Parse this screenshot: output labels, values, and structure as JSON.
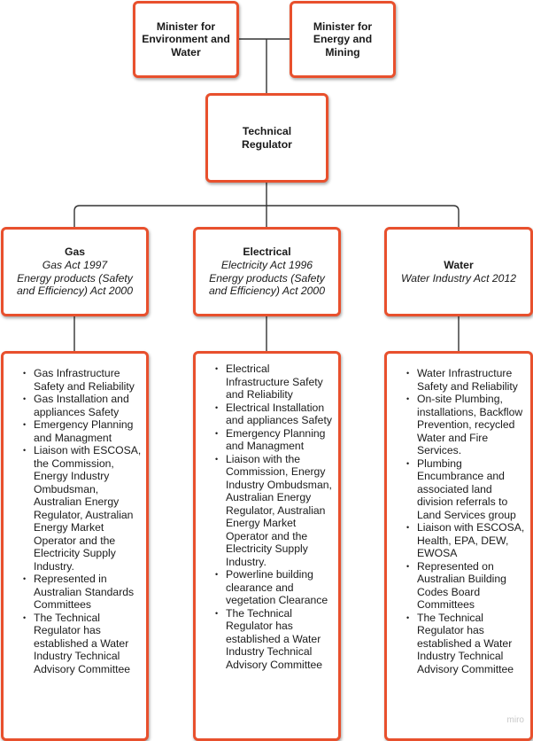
{
  "ministers": {
    "environment": "Minister for Environment and Water",
    "energy": "Minister for Energy and Mining"
  },
  "regulator": "Technical Regulator",
  "divisions": [
    {
      "title": "Gas",
      "acts": [
        "Gas Act 1997",
        "Energy products (Safety and Efficiency) Act 2000"
      ],
      "responsibilities": [
        "Gas Infrastructure Safety and Reliability",
        "Gas Installation and appliances Safety",
        "Emergency Planning and Managment",
        "Liaison with ESCOSA, the Commission, Energy Industry Ombudsman, Australian Energy Regulator, Australian Energy Market Operator and the Electricity Supply Industry.",
        "Represented in Australian Standards Committees",
        "The Technical Regulator has established a Water Industry Technical Advisory Committee"
      ]
    },
    {
      "title": "Electrical",
      "acts": [
        "Electricity Act 1996",
        "Energy products (Safety and Efficiency) Act 2000"
      ],
      "responsibilities": [
        "Electrical Infrastructure Safety and Reliability",
        "Electrical Installation and appliances Safety",
        "Emergency Planning and Managment",
        "Liaison with the Commission, Energy Industry Ombudsman, Australian Energy Regulator, Australian Energy Market Operator and the Electricity Supply Industry.",
        "Powerline building clearance and vegetation Clearance",
        "The Technical Regulator has established a Water Industry Technical Advisory Committee"
      ]
    },
    {
      "title": "Water",
      "acts": [
        "Water Industry Act 2012"
      ],
      "responsibilities": [
        "Water Infrastructure Safety and Reliability",
        "On-site Plumbing, installations, Backflow Prevention, recycled Water and Fire Services.",
        "Plumbing Encumbrance and associated land division referrals to Land Services group",
        "Liaison with ESCOSA, Health, EPA, DEW, EWOSA",
        "Represented on Australian Building Codes Board Committees",
        "The Technical Regulator has established a Water Industry Technical Advisory Committee"
      ]
    }
  ],
  "watermark": "miro",
  "colors": {
    "border": "#e8502d",
    "line": "#333333"
  }
}
